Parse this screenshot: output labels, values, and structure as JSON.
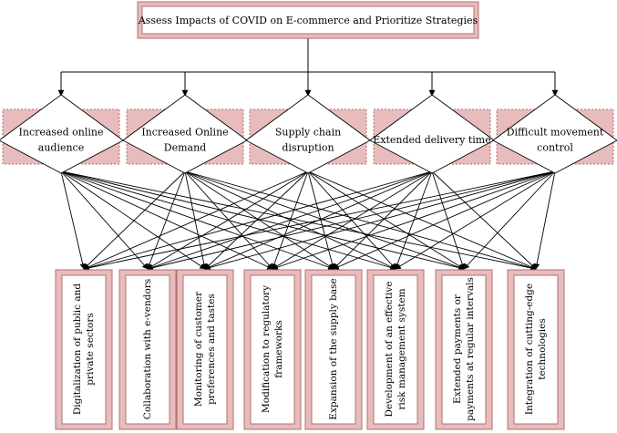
{
  "title": "Assess Impacts of COVID on E-commerce and Prioritize Strategies",
  "impacts": [
    {
      "lines": [
        "Increased online",
        "audience"
      ]
    },
    {
      "lines": [
        "Increased Online",
        "Demand"
      ]
    },
    {
      "lines": [
        "Supply chain",
        "disruption"
      ]
    },
    {
      "lines": [
        "Extended delivery time"
      ]
    },
    {
      "lines": [
        "Difficult movement",
        "control"
      ]
    }
  ],
  "strategies": [
    {
      "lines": [
        "Digitalization of public and",
        "private sectors"
      ]
    },
    {
      "lines": [
        "Collaboration with e-vendors"
      ]
    },
    {
      "lines": [
        "Monitoring of customer",
        "preferences and tastes"
      ]
    },
    {
      "lines": [
        "Modification to regulatory",
        "frameworks"
      ]
    },
    {
      "lines": [
        "Expansion of the supply base"
      ]
    },
    {
      "lines": [
        "Development of an effective",
        "risk management system"
      ]
    },
    {
      "lines": [
        "Extended payments or",
        "payments at regular intervals"
      ]
    },
    {
      "lines": [
        "Integration of cutting-edge",
        "technologies"
      ]
    }
  ],
  "colors": {
    "box_fill": "#e8bcbc",
    "box_stroke": "#b07070",
    "line": "#000000"
  }
}
